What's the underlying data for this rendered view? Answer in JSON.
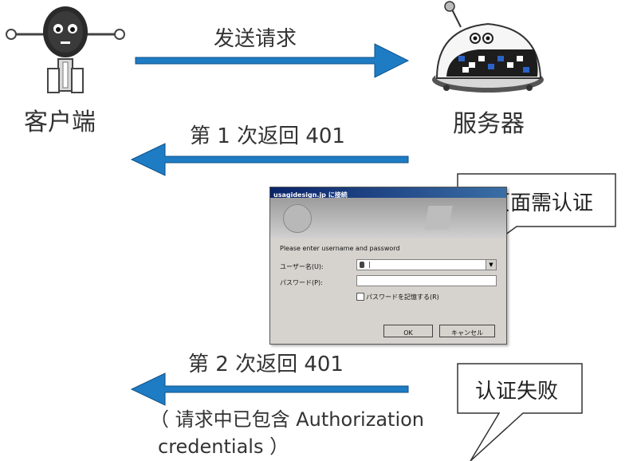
{
  "client": {
    "label": "客户端"
  },
  "server": {
    "label": "服务器"
  },
  "arrows": {
    "request": "发送请求",
    "first_401": "第 1 次返回 401",
    "second_401": "第 2 次返回 401",
    "second_note_line1": "（ 请求中已包含 Authorization",
    "second_note_line2": "credentials ）"
  },
  "callouts": {
    "auth_needed": "本页面需认证",
    "auth_failed": "认证失败"
  },
  "dialog": {
    "title": "usagidesign.jp に接続",
    "prompt": "Please enter username and password",
    "username_label": "ユーザー名(U):",
    "username_value": "|",
    "password_label": "パスワード(P):",
    "password_value": "",
    "remember_label": "パスワードを記憶する(R)",
    "ok_label": "OK",
    "cancel_label": "キャンセル"
  },
  "colors": {
    "arrow": "#1e7cc4",
    "robot_dark": "#2a2a2a",
    "robot_light": "#f4f4f4",
    "server_accent": "#2b63c6",
    "dialog_bg": "#d6d3ce"
  }
}
